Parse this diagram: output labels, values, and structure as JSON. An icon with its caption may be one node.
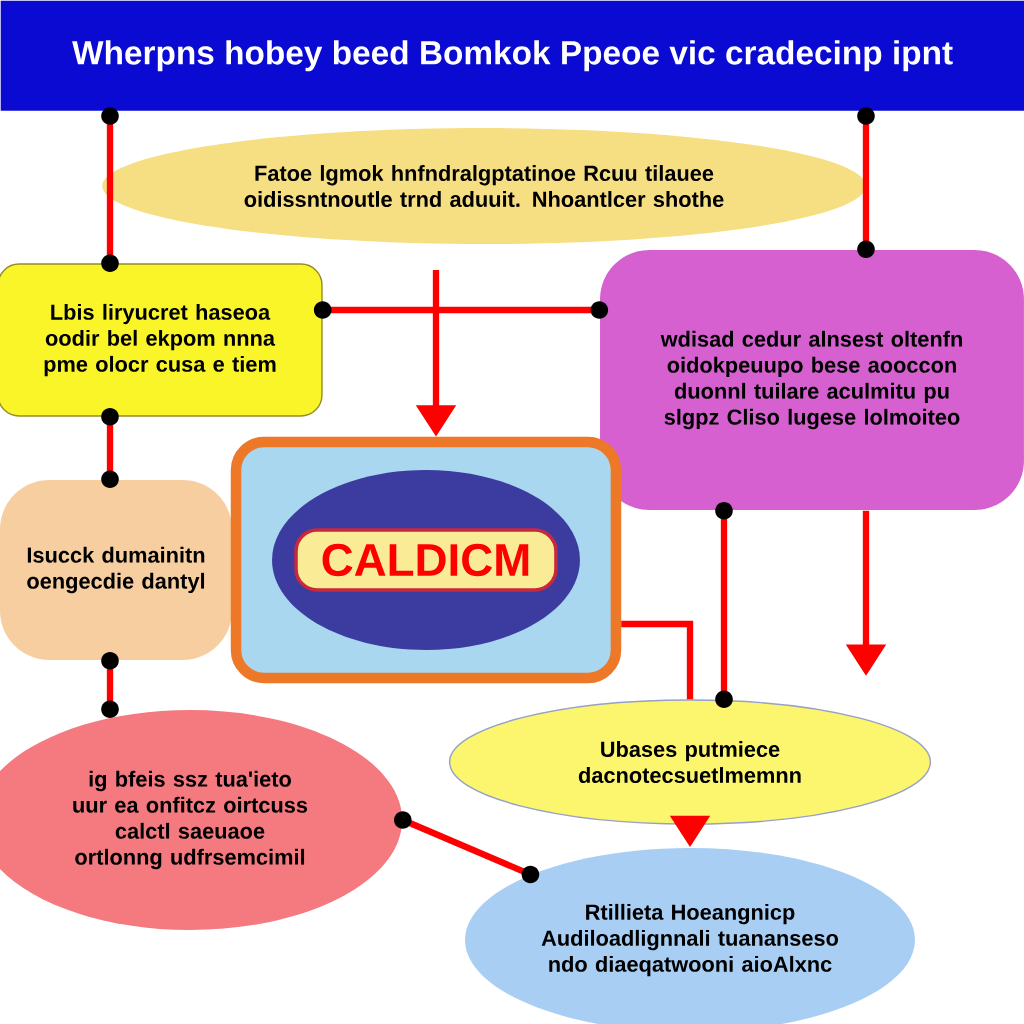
{
  "diagram": {
    "title": "Wherpns hobey beed Bomkok Ppeoe vic cradecinp ipnt",
    "nodes": [
      {
        "text": [
          "Fatoe lgmok hnfndralgptatinoe Rcuu tilauee oidissntnoutle trnd aduuit. Nhoantlcer shothe"
        ]
      },
      {
        "text": [
          "Lbis liryucret haseoa oodir bel ekpom nnna pme olocr cusa e tiem"
        ]
      },
      {
        "text": [
          "wdisad cedur alnsest oltenfn oidokpeuupo bese aooccon duonnl tuilare aculmitu pu slgpz Cliso lugese lolmoiteo"
        ]
      },
      {
        "text": [
          "Isucck dumainitn oengecdie dantyl"
        ]
      },
      {
        "text": [
          "CALDICM"
        ]
      },
      {
        "text": [
          "ig bfeis ssz tua'ieto uur ea onfitcz oirtcuss calctl saeuaoe ortlonng udfrsemcimil"
        ]
      },
      {
        "text": [
          "Ubases putmiece dacnotecsuetlmemnn"
        ]
      },
      {
        "text": [
          "Rtillieta Hoeangnicp Audiloadlignnali tuananseso ndo diaeqatwooni aioAlxnc"
        ]
      }
    ],
    "edges": [
      {
        "from": null,
        "to": 1,
        "arrow": "other"
      },
      {
        "from": null,
        "to": 2,
        "arrow": "other"
      },
      {
        "from": 1,
        "to": 2,
        "arrow": "other"
      },
      {
        "from": null,
        "to": 4,
        "arrow": "to"
      },
      {
        "from": 1,
        "to": 3,
        "arrow": "other"
      },
      {
        "from": 3,
        "to": 5,
        "arrow": "other"
      },
      {
        "from": 2,
        "to": 6,
        "arrow": "other"
      },
      {
        "from": 2,
        "to": null,
        "arrow": "to"
      },
      {
        "from": 4,
        "to": 6,
        "arrow": "none"
      },
      {
        "from": 5,
        "to": 7,
        "arrow": "other"
      },
      {
        "from": 6,
        "to": 7,
        "arrow": "to"
      }
    ]
  }
}
